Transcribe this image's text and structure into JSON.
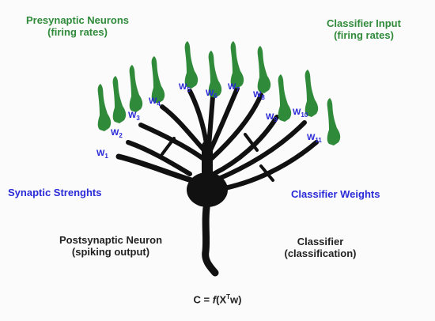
{
  "labels": {
    "presynaptic_title": "Presynaptic Neurons",
    "presynaptic_sub": "(firing rates)",
    "classifier_input_title": "Classifier Input",
    "classifier_input_sub": "(firing rates)",
    "synaptic_strengths": "Synaptic Strenghts",
    "classifier_weights": "Classifier Weights",
    "postsynaptic_title": "Postsynaptic Neuron",
    "postsynaptic_sub": "(spiking output)",
    "classifier_title": "Classifier",
    "classifier_sub": "(classification)"
  },
  "formula": {
    "lhs": "C = ",
    "f": "f",
    "open": "(X",
    "sup": "T",
    "rest": "w)"
  },
  "weights": [
    {
      "base": "W",
      "sub": "1"
    },
    {
      "base": "W",
      "sub": "2"
    },
    {
      "base": "W",
      "sub": "3"
    },
    {
      "base": "W",
      "sub": "4"
    },
    {
      "base": "W",
      "sub": "5"
    },
    {
      "base": "W",
      "sub": "6"
    },
    {
      "base": "W",
      "sub": "7"
    },
    {
      "base": "W",
      "sub": "8"
    },
    {
      "base": "W",
      "sub": "9"
    },
    {
      "base": "W",
      "sub": "10"
    },
    {
      "base": "W",
      "sub": "11"
    }
  ],
  "colors": {
    "neuron_green": "#2f8a3a",
    "weight_blue": "#2a2ad8",
    "dendrite_black": "#111111"
  }
}
